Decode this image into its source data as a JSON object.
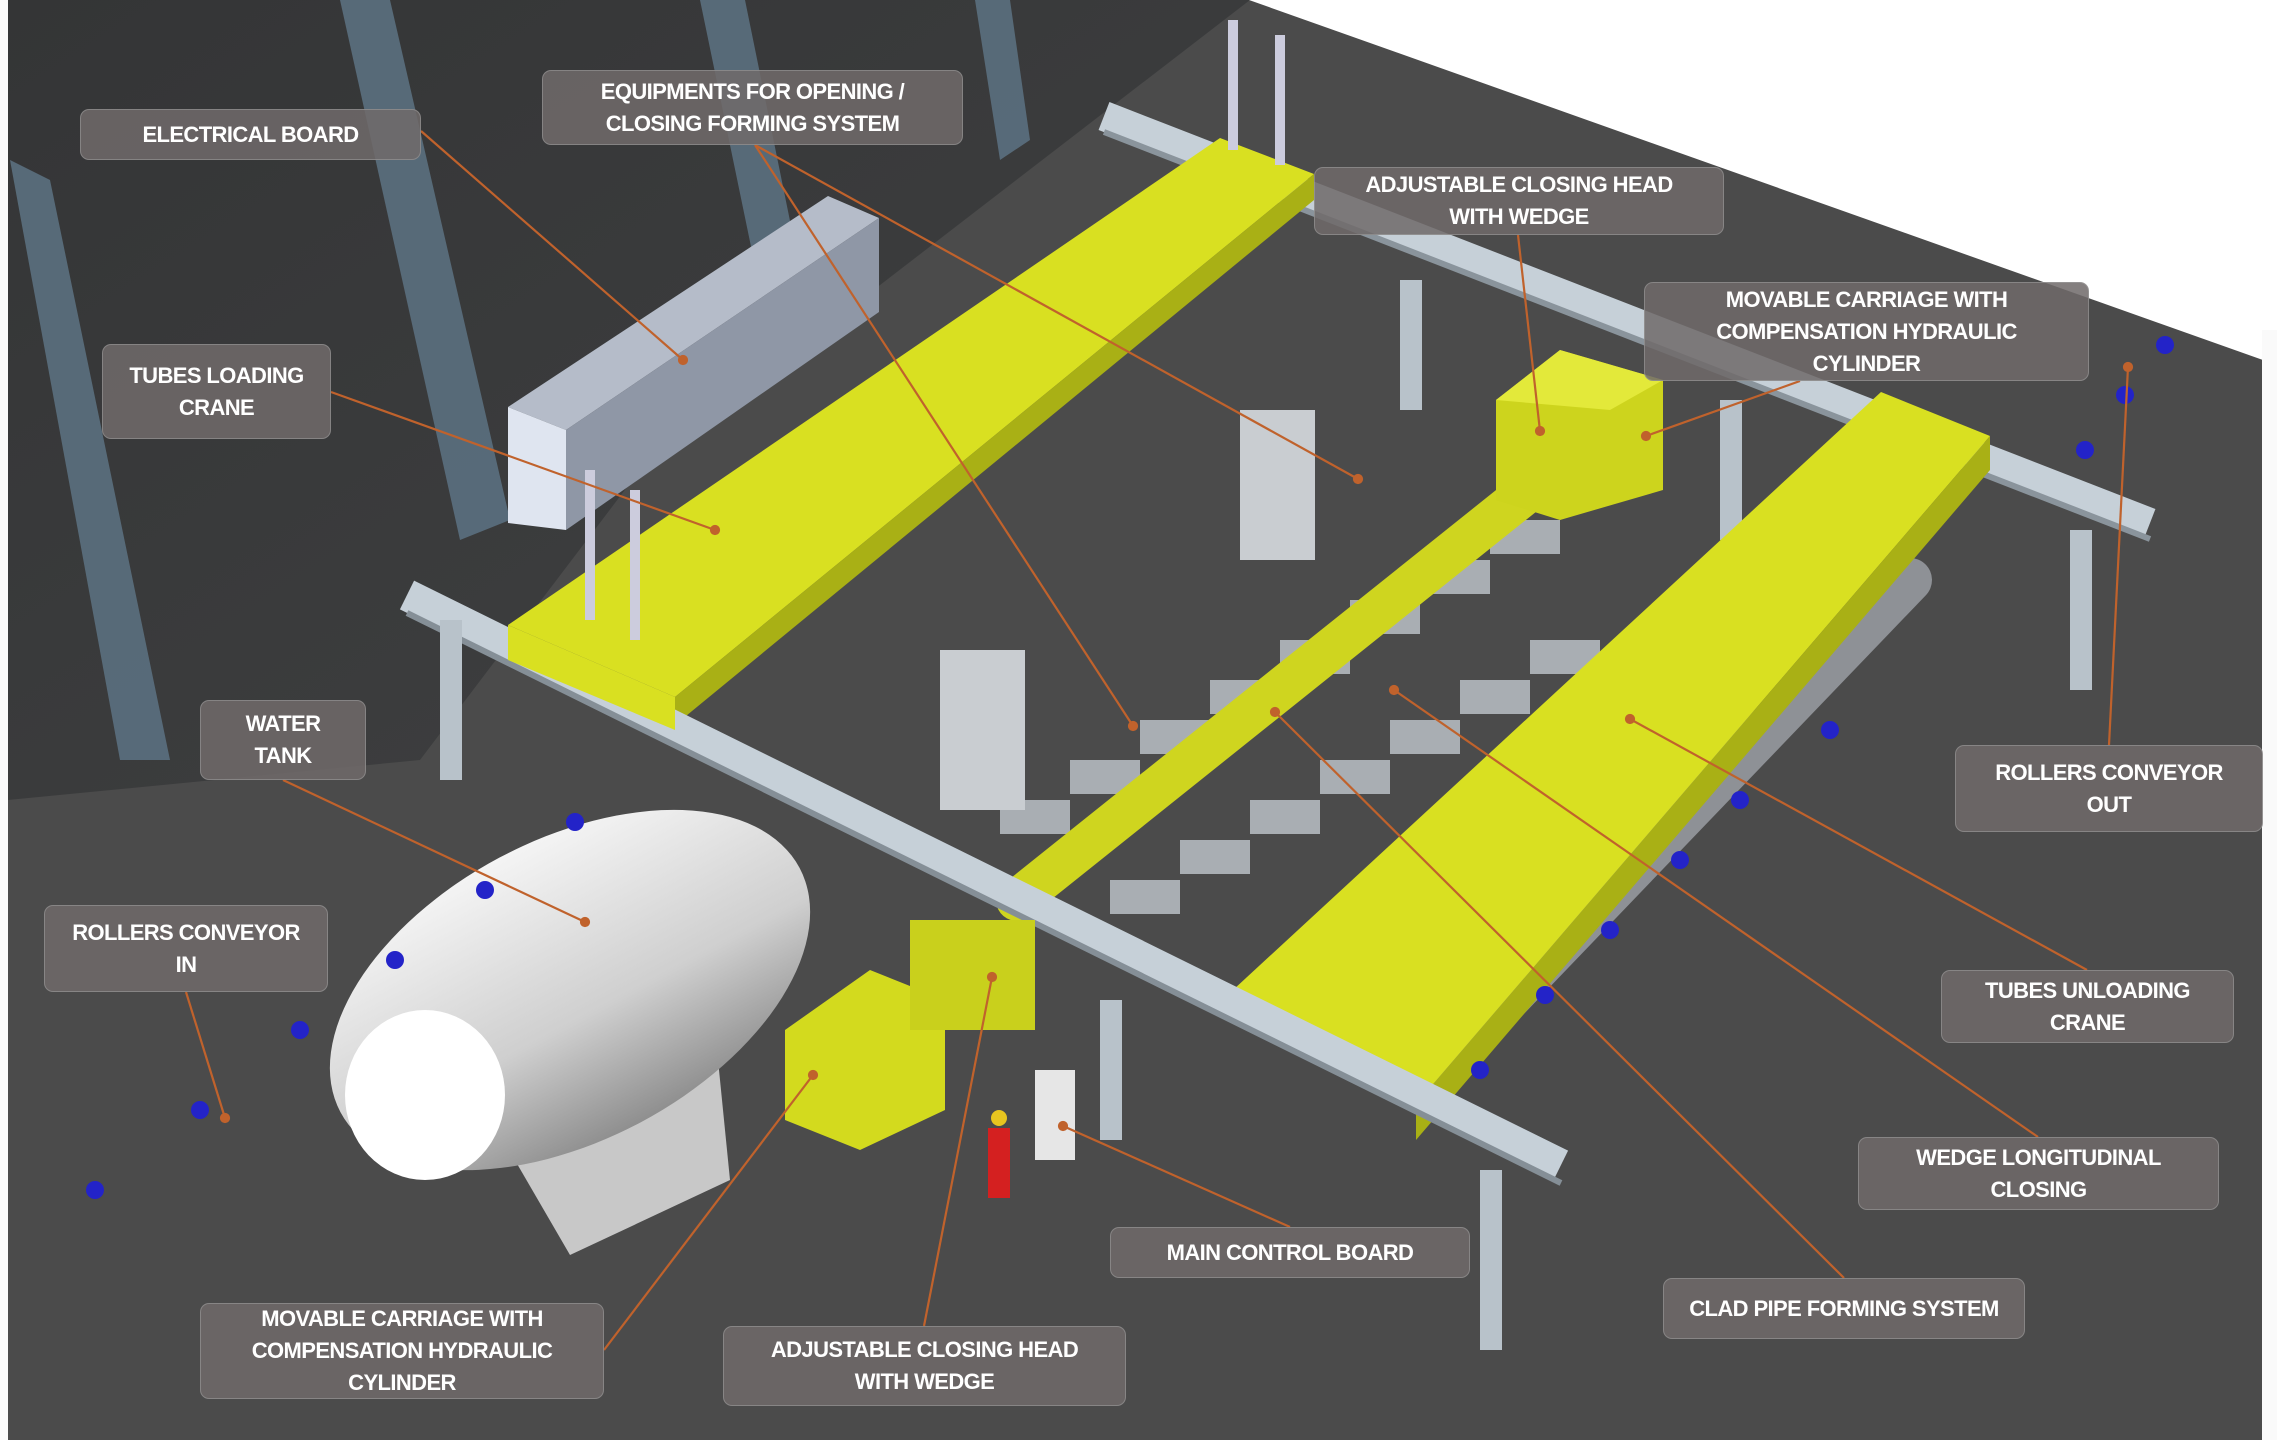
{
  "colors": {
    "floor": "#4b4b4b",
    "wall": "#3a3b3c",
    "crane_yellow": "#d9e021",
    "rail_gray": "#b9c3cc",
    "leader_orange": "#c0622c",
    "label_bg": "#6f6a6a"
  },
  "labels": [
    {
      "id": "electrical-board",
      "lines": [
        "ELECTRICAL BOARD"
      ]
    },
    {
      "id": "equipments-opening-closing",
      "lines": [
        "EQUIPMENTS  FOR OPENING /",
        "CLOSING FORMING SYSTEM"
      ]
    },
    {
      "id": "adjustable-closing-head-top",
      "lines": [
        "ADJUSTABLE CLOSING HEAD",
        "WITH WEDGE"
      ]
    },
    {
      "id": "movable-carriage-top",
      "lines": [
        "MOVABLE CARRIAGE WITH",
        "COMPENSATION HYDRAULIC",
        "CYLINDER"
      ]
    },
    {
      "id": "tubes-loading-crane",
      "lines": [
        "TUBES LOADING",
        "CRANE"
      ]
    },
    {
      "id": "water-tank",
      "lines": [
        "WATER",
        "TANK"
      ]
    },
    {
      "id": "rollers-conveyor-in",
      "lines": [
        "ROLLERS CONVEYOR",
        "IN"
      ]
    },
    {
      "id": "rollers-conveyor-out",
      "lines": [
        "ROLLERS CONVEYOR",
        "OUT"
      ]
    },
    {
      "id": "tubes-unloading-crane",
      "lines": [
        "TUBES UNLOADING",
        "CRANE"
      ]
    },
    {
      "id": "wedge-longitudinal-closing",
      "lines": [
        "WEDGE LONGITUDINAL",
        "CLOSING"
      ]
    },
    {
      "id": "clad-pipe-forming-system",
      "lines": [
        "CLAD PIPE FORMING SYSTEM"
      ]
    },
    {
      "id": "main-control-board",
      "lines": [
        "MAIN CONTROL BOARD"
      ]
    },
    {
      "id": "adjustable-closing-head-bottom",
      "lines": [
        "ADJUSTABLE CLOSING HEAD",
        "WITH WEDGE"
      ]
    },
    {
      "id": "movable-carriage-bottom",
      "lines": [
        "MOVABLE CARRIAGE WITH",
        "COMPENSATION HYDRAULIC",
        "CYLINDER"
      ]
    }
  ]
}
